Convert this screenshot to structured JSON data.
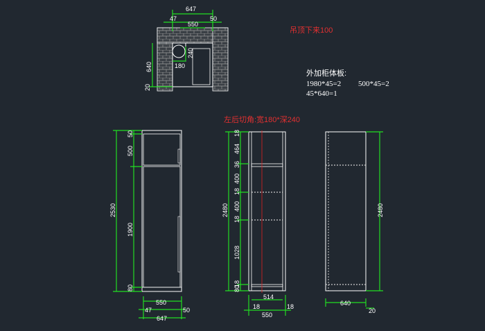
{
  "colors": {
    "background": "#212830",
    "dimension_line": "#22dd22",
    "outline": "#ffffff",
    "brick": "#9a9a9a",
    "note_red": "#e23030",
    "center_line": "#e02020",
    "dashed_shelf": "#cccccc"
  },
  "plan_view": {
    "dims": {
      "overall_width": "647",
      "left_gap": "47",
      "right_gap": "50",
      "inner_width": "550",
      "depth": "640",
      "offset": "20",
      "corner_depth": "240",
      "corner_width": "180"
    }
  },
  "notes": {
    "ceiling_note": "吊顶下来100",
    "panel_title": "外加柜体板:",
    "panel_line1_a": "1980*45=2",
    "panel_line1_b": "500*45=2",
    "panel_line2": "45*640=1",
    "corner_cut_note": "左后切角:宽180*深240"
  },
  "elevation_1": {
    "dims": {
      "top_gap": "50",
      "upper_door": "500",
      "lower_door": "1900",
      "base": "80",
      "total_height": "2530",
      "inner_width": "550",
      "left_gap": "47",
      "right_gap": "50",
      "overall_width": "647"
    }
  },
  "elevation_2": {
    "dims": {
      "top_panel": "18",
      "top_section": "464",
      "divider": "36",
      "shelf_gap_1": "400",
      "shelf_1": "18",
      "shelf_gap_2": "400",
      "shelf_2": "18",
      "bottom_section": "1028",
      "bottom_panel": "18",
      "base": "80",
      "total_height": "2480",
      "inner_width": "514",
      "side_left": "18",
      "side_right": "18",
      "overall_width": "550"
    }
  },
  "elevation_3": {
    "dims": {
      "total_height": "2480",
      "depth": "640",
      "offset": "20"
    }
  }
}
